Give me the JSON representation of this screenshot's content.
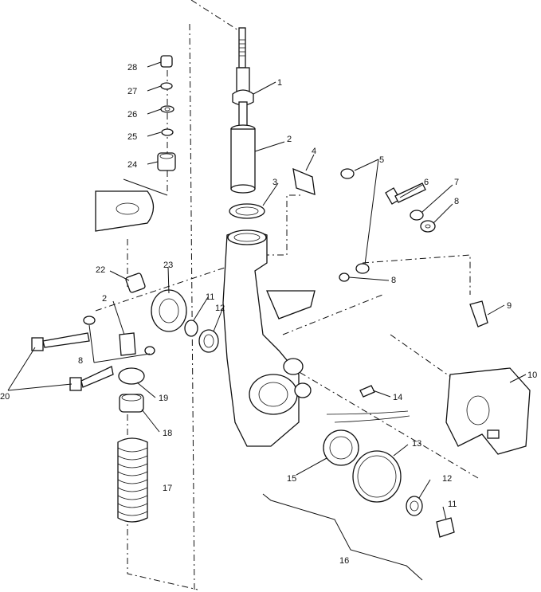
{
  "callouts": {
    "c1": "1",
    "c2": "2",
    "c3": "3",
    "c4": "4",
    "c5": "5",
    "c6": "6",
    "c7": "7",
    "c8a": "8",
    "c8b": "8",
    "c8c": "8",
    "c9": "9",
    "c10": "10",
    "c11a": "11",
    "c11b": "11",
    "c12a": "12",
    "c12b": "12",
    "c13": "13",
    "c14": "14",
    "c15": "15",
    "c16": "16",
    "c17": "17",
    "c18": "18",
    "c19": "19",
    "c20": "20",
    "c21": "2",
    "c22": "22",
    "c23": "23",
    "c24": "24",
    "c25": "25",
    "c26": "26",
    "c27": "27",
    "c28": "28"
  }
}
